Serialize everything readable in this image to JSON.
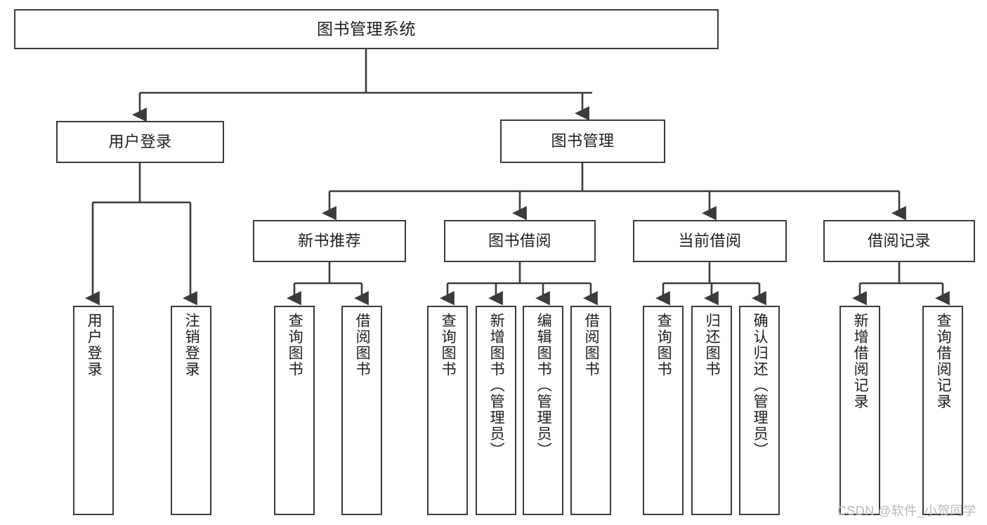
{
  "diagram": {
    "type": "tree-hierarchy-chart",
    "title": "图书管理系统",
    "style": {
      "box_border": "#3b3b3b",
      "box_fill": "#ffffff",
      "line": "#3b3b3b",
      "background": "#ffffff"
    }
  },
  "nodes": {
    "root": {
      "label": "图书管理系统",
      "level": 1
    },
    "level2": [
      {
        "id": "user-login",
        "label": "用户登录"
      },
      {
        "id": "book-management",
        "label": "图书管理"
      }
    ],
    "level3": [
      {
        "id": "new-book-recommend",
        "label": "新书推荐"
      },
      {
        "id": "book-borrow",
        "label": "图书借阅"
      },
      {
        "id": "current-borrow",
        "label": "当前借阅"
      },
      {
        "id": "borrow-record",
        "label": "借阅记录"
      }
    ],
    "leaves": {
      "user_login": [
        {
          "id": "leaf-user-login",
          "label": "用户登录"
        },
        {
          "id": "leaf-logout-login",
          "label": "注销登录"
        }
      ],
      "new_book_recommend": [
        {
          "id": "leaf-query-book-1",
          "label": "查询图书"
        },
        {
          "id": "leaf-borrow-book-1",
          "label": "借阅图书"
        }
      ],
      "book_borrow": [
        {
          "id": "leaf-query-book-2",
          "label": "查询图书"
        },
        {
          "id": "leaf-add-book-admin",
          "label": "新增图书（管理员）"
        },
        {
          "id": "leaf-edit-book-admin",
          "label": "编辑图书（管理员）"
        },
        {
          "id": "leaf-borrow-book-2",
          "label": "借阅图书"
        }
      ],
      "current_borrow": [
        {
          "id": "leaf-query-book-3",
          "label": "查询图书"
        },
        {
          "id": "leaf-return-book",
          "label": "归还图书"
        },
        {
          "id": "leaf-confirm-return-admin",
          "label": "确认归还（管理员）"
        }
      ],
      "borrow_record": [
        {
          "id": "leaf-add-borrow-record",
          "label": "新增借阅记录"
        },
        {
          "id": "leaf-query-borrow-record",
          "label": "查询借阅记录"
        }
      ]
    }
  },
  "watermark": {
    "text": "CSDN @软件_小贺同学"
  }
}
